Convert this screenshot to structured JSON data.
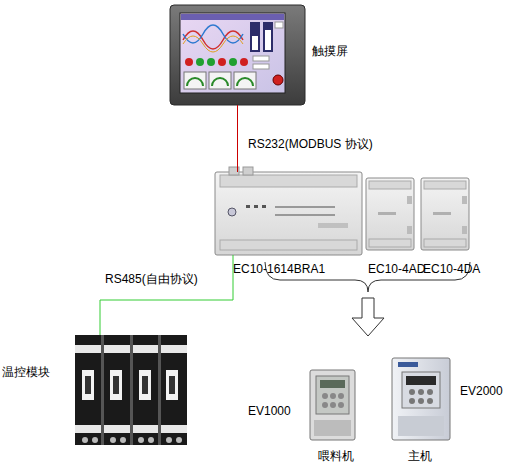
{
  "diagram": {
    "nodes": [
      {
        "text": [
          "触摸屏"
        ]
      },
      {
        "text": [
          "EC10-1614BRA1"
        ]
      },
      {
        "text": [
          "EC10-4AD"
        ]
      },
      {
        "text": [
          "EC10-4DA"
        ]
      },
      {
        "text": [
          "温控模块"
        ]
      },
      {
        "text": [
          "EV1000",
          "喂料机"
        ]
      },
      {
        "text": [
          "EV2000",
          "主机"
        ]
      }
    ],
    "edges": [
      {
        "from": 0,
        "to": 1,
        "label": "RS232(MODBUS 协议)",
        "arrow": "none"
      },
      {
        "from": 1,
        "to": 4,
        "label": "RS485(自由协议)",
        "arrow": "none"
      }
    ]
  }
}
